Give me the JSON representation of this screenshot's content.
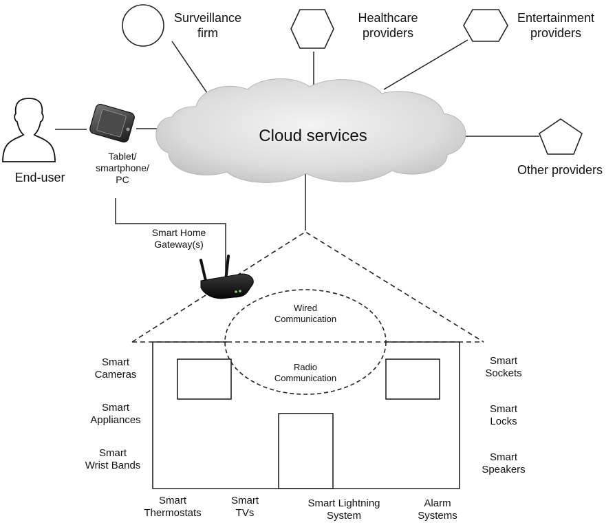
{
  "cloud": {
    "label": "Cloud services"
  },
  "providers": {
    "surveillance": {
      "line1": "Surveillance",
      "line2": "firm"
    },
    "healthcare": {
      "line1": "Healthcare",
      "line2": "providers"
    },
    "entertainment": {
      "line1": "Entertainment",
      "line2": "providers"
    },
    "other": {
      "line1": "Other providers"
    }
  },
  "user": {
    "label": "End-user"
  },
  "device": {
    "line1": "Tablet/",
    "line2": "smartphone/",
    "line3": "PC"
  },
  "gateway": {
    "line1": "Smart Home",
    "line2": "Gateway(s)"
  },
  "communication": {
    "wired_line1": "Wired",
    "wired_line2": "Communication",
    "radio_line1": "Radio",
    "radio_line2": "Communication"
  },
  "devices_left": [
    {
      "line1": "Smart",
      "line2": "Cameras"
    },
    {
      "line1": "Smart",
      "line2": "Appliances"
    },
    {
      "line1": "Smart",
      "line2": "Wrist Bands"
    }
  ],
  "devices_right": [
    {
      "line1": "Smart",
      "line2": "Sockets"
    },
    {
      "line1": "Smart",
      "line2": "Locks"
    },
    {
      "line1": "Smart",
      "line2": "Speakers"
    }
  ],
  "devices_bottom": [
    {
      "line1": "Smart",
      "line2": "Thermostats"
    },
    {
      "line1": "Smart",
      "line2": "TVs"
    },
    {
      "line1": "Smart Lightning",
      "line2": "System"
    },
    {
      "line1": "Alarm",
      "line2": "Systems"
    }
  ]
}
